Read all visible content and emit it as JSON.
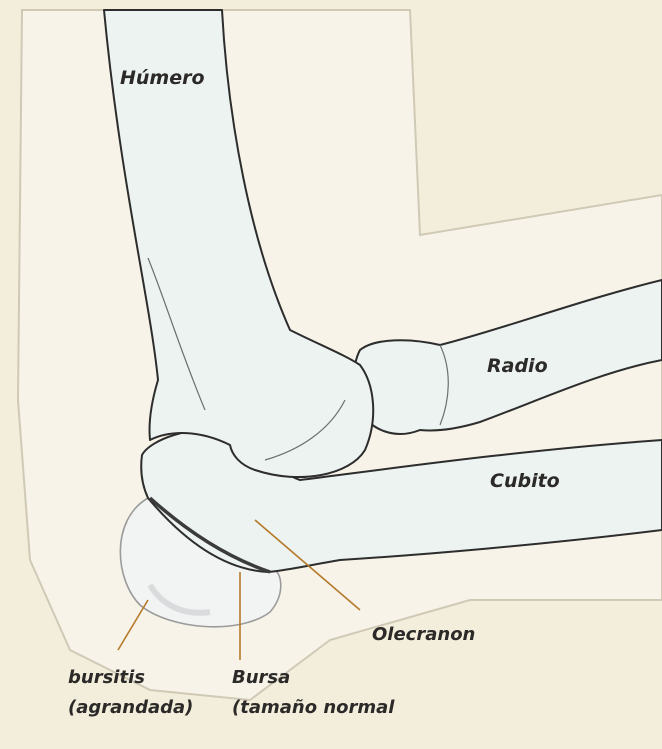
{
  "labels": {
    "humero": "Húmero",
    "radio": "Radio",
    "cubito": "Cubito",
    "olecranon": "Olecranon",
    "bursitis_line1": "bursitis",
    "bursitis_line2": "(agrandada)",
    "bursa_line1": "Bursa",
    "bursa_line2": "(tamaño normal"
  },
  "colors": {
    "background": "#f3eedc",
    "bone": "#edf3f1",
    "outline": "#2d2d2d",
    "leader": "#b57a2a"
  }
}
